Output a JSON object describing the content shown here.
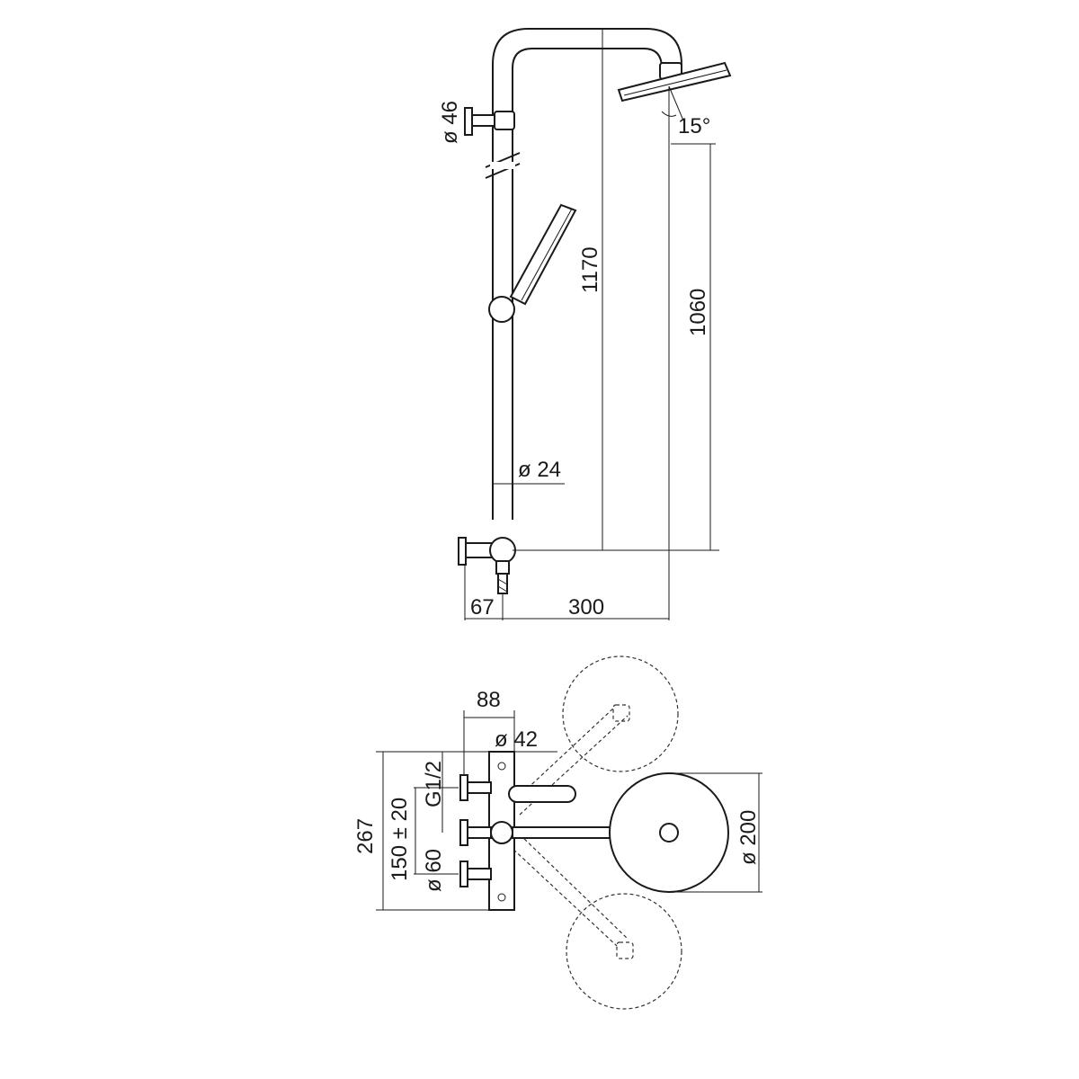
{
  "front_view": {
    "arm_diameter": "ø 46",
    "head_tilt": "15°",
    "total_height": "1170",
    "head_height": "1060",
    "bar_diameter": "ø 24",
    "wall_offset": "67",
    "arm_reach": "300"
  },
  "top_view": {
    "valve_depth": "88",
    "knob_diameter": "ø 42",
    "thread": "G1/2",
    "height_total": "267",
    "center_distance": "150 ± 20",
    "handle_diameter": "ø 60",
    "head_diameter": "ø 200"
  }
}
